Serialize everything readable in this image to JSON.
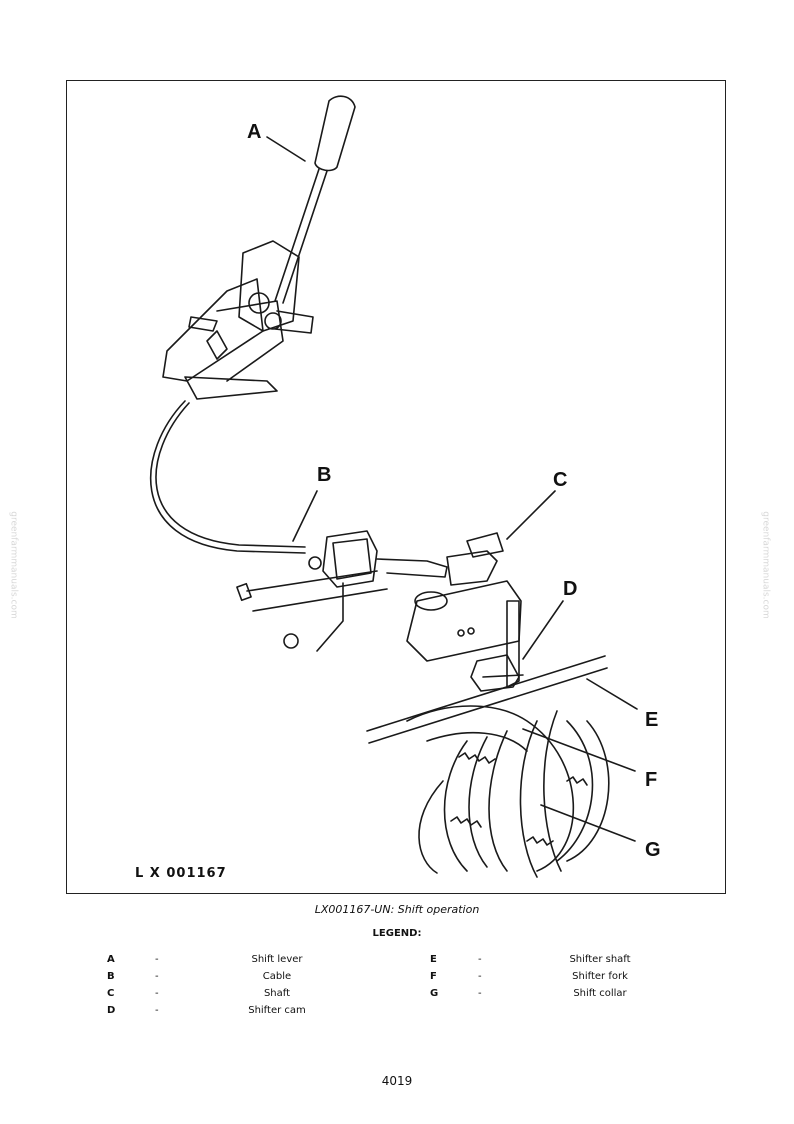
{
  "figure": {
    "image_id_text": "L X 001167",
    "callouts": {
      "a": "A",
      "b": "B",
      "c": "C",
      "d": "D",
      "e": "E",
      "f": "F",
      "g": "G"
    }
  },
  "caption": "LX001167-UN: Shift operation",
  "legend": {
    "title": "LEGEND:",
    "dash": "-",
    "items": [
      {
        "key": "A",
        "label": "Shift lever"
      },
      {
        "key": "B",
        "label": "Cable"
      },
      {
        "key": "C",
        "label": "Shaft"
      },
      {
        "key": "D",
        "label": "Shifter cam"
      },
      {
        "key": "E",
        "label": "Shifter shaft"
      },
      {
        "key": "F",
        "label": "Shifter fork"
      },
      {
        "key": "G",
        "label": "Shift collar"
      }
    ]
  },
  "watermark": "greenfarmmanuals.com",
  "page_number": "4019"
}
